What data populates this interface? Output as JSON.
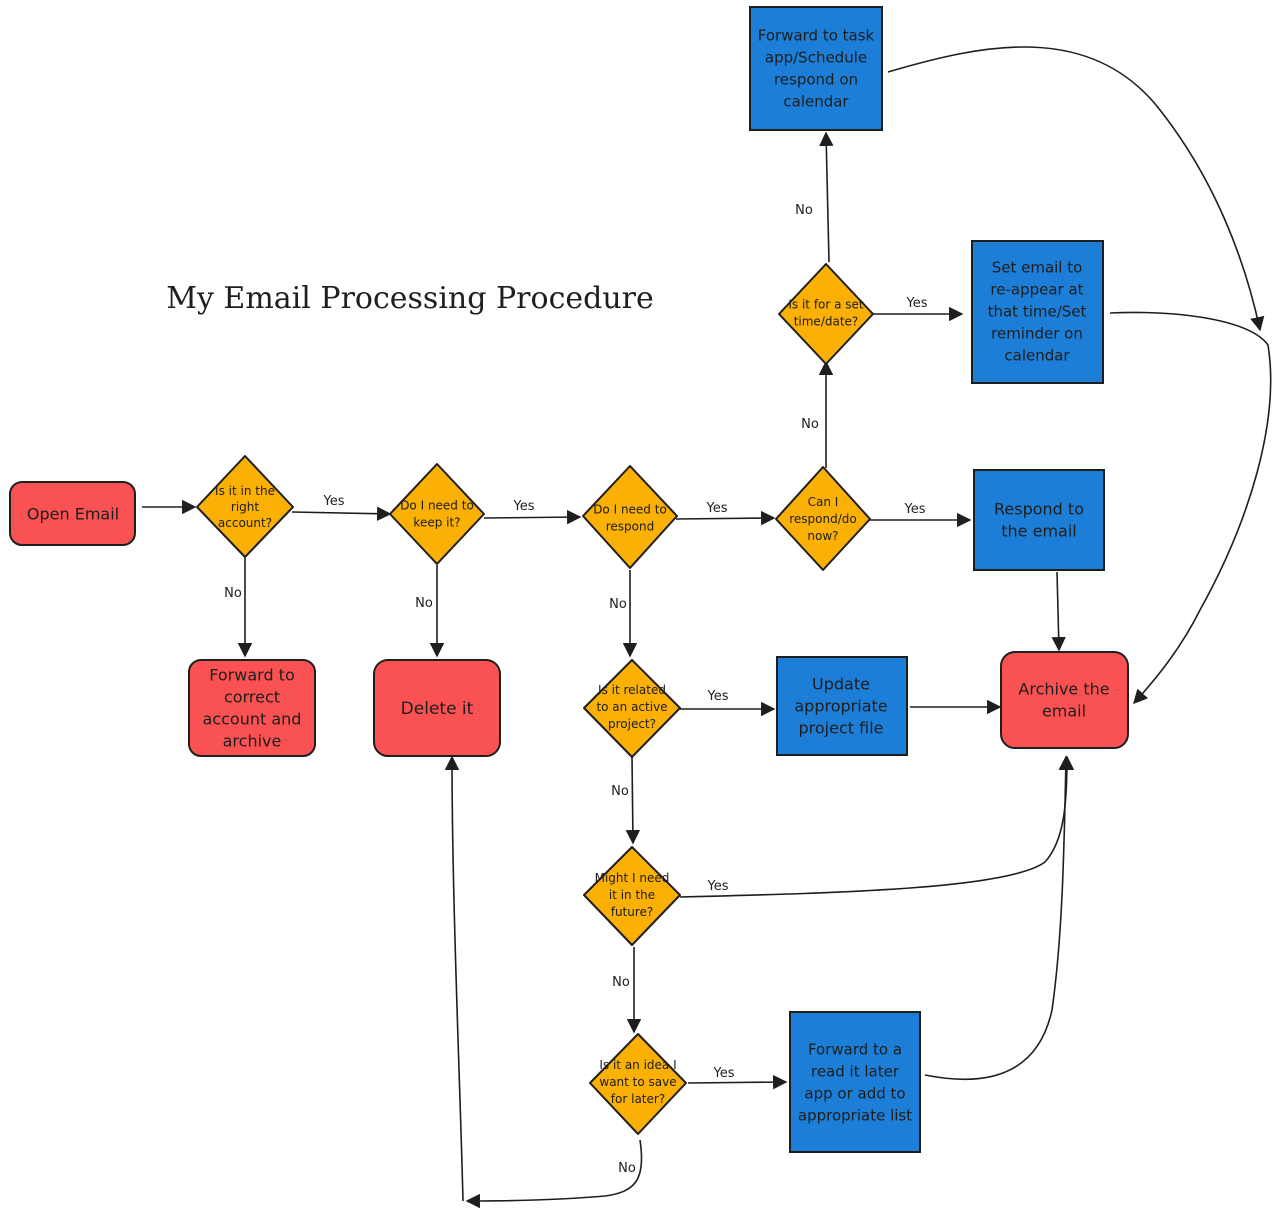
{
  "title": "My Email Processing Procedure",
  "colors": {
    "terminal": "#fa5252",
    "decision": "#fab005",
    "action": "#1c7ed6",
    "stroke": "#1e1e1e"
  },
  "nodes": {
    "open_email": "Open Email",
    "right_account": "Is it in the right account?",
    "forward_correct": "Forward to correct account and archive",
    "need_keep": "Do I need to keep it?",
    "delete_it": "Delete it",
    "need_respond": "Do I need to respond",
    "can_respond_now": "Can I respond/do now?",
    "respond_email": "Respond to the email",
    "set_time": "Is it for a set time/date?",
    "set_reappear": "Set email to re-appear at that time/Set reminder on calendar",
    "forward_task": "Forward to task app/Schedule respond on calendar",
    "active_project": "Is it related to an active project?",
    "update_project": "Update appropriate project file",
    "archive_email": "Archive the email",
    "need_future": "Might I need it in the future?",
    "idea_save": "Is it an idea I want to save for later?",
    "read_later": "Forward to a read it later app or add to appropriate list"
  },
  "edge_labels": {
    "yes": "Yes",
    "no": "No"
  }
}
